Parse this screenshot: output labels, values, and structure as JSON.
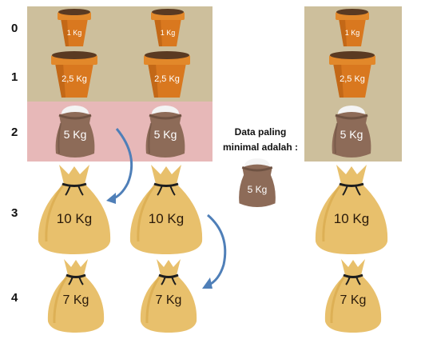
{
  "row_labels": [
    "0",
    "1",
    "2",
    "3",
    "4"
  ],
  "items": {
    "pot_1": "1 Kg",
    "pot_2_5": "2,5 Kg",
    "sack_5": "5 Kg",
    "bag_10": "10 Kg",
    "bag_7": "7 Kg"
  },
  "note": {
    "line1": "Data paling",
    "line2": "minimal adalah :",
    "answer_label": "5 Kg"
  },
  "colors": {
    "highlight_tan": "#cdbf9c",
    "highlight_pink": "#e7b8b8",
    "pot": "#d9781f",
    "brown_sack": "#8d6b58",
    "gold_bag": "#e8c06c",
    "arrow": "#4f7fb8"
  },
  "icons": [
    "clay-pot-icon",
    "brown-sack-icon",
    "gold-money-bag-icon",
    "curved-arrow-icon"
  ]
}
